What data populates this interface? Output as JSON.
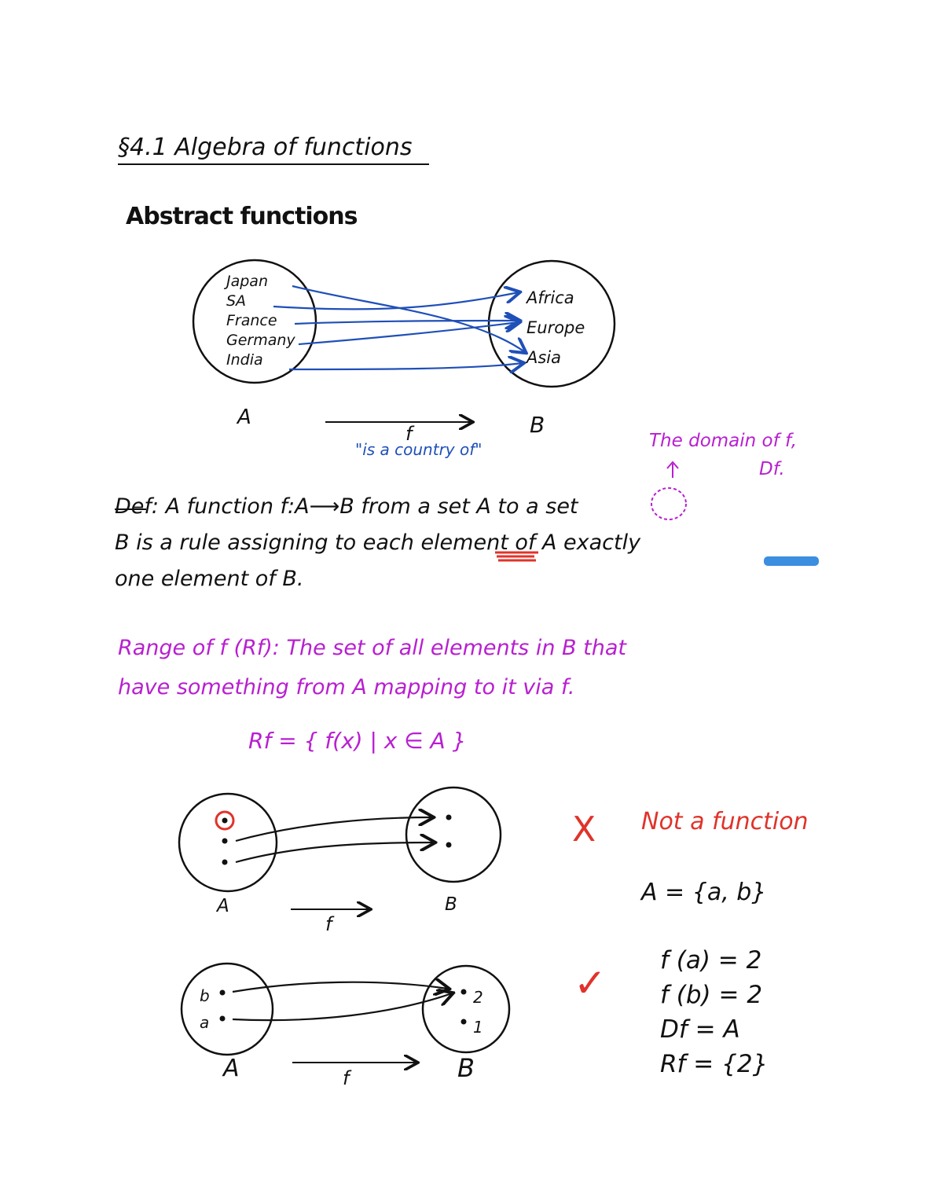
{
  "title": "§4.1 Algebra of functions",
  "subtitle": "Abstract functions",
  "diagram1": {
    "set_a_items": [
      "Japan",
      "SA",
      "France",
      "Germany",
      "India"
    ],
    "set_b_items": [
      "Africa",
      "Europe",
      "Asia"
    ],
    "label_a": "A",
    "label_b": "B",
    "arrow_label": "f",
    "caption": "\"is a country of\""
  },
  "domain_note": {
    "line1": "The domain of f,",
    "line2": "Df."
  },
  "definition": {
    "line1": "Def: A function f:A⟶B from a set A to a set",
    "line2": "B is a rule assigning to each element of A exactly",
    "line3": "one element of B."
  },
  "range": {
    "line1": "Range of f (Rf): The set of all elements in B that",
    "line2": "have something from A mapping to it via f.",
    "formula": "Rf = { f(x) | x ∈ A }"
  },
  "diagram2": {
    "label_a": "A",
    "label_b": "B",
    "arrow_label": "f",
    "mark": "X",
    "verdict": "Not a function",
    "set_def": "A = {a, b}"
  },
  "diagram3": {
    "label_a": "A",
    "label_b": "B",
    "arrow_label": "f",
    "left_items": [
      "b",
      "a"
    ],
    "right_items": [
      "2",
      "1"
    ],
    "mark": "✓",
    "facts": [
      "f (a) = 2",
      "f (b) = 2",
      "Df = A",
      "Rf = {2}"
    ]
  },
  "colors": {
    "ink": "#111111",
    "magenta": "#b81fd0",
    "red": "#e0332a",
    "blue": "#1f4fb8",
    "highlight_blue": "#3b8ee0"
  }
}
